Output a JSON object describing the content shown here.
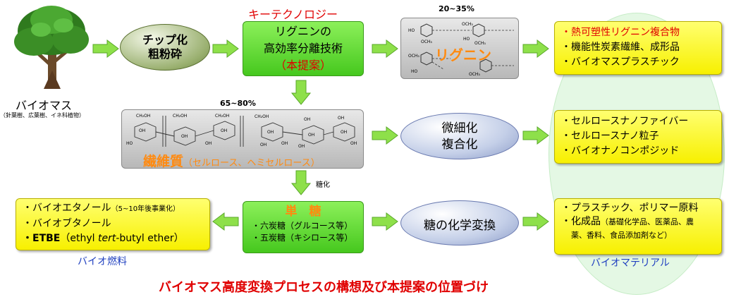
{
  "colors": {
    "arrow": "#8ee04a",
    "red": "#e00000",
    "orange": "#ff8a10",
    "blue": "#2040c0",
    "yellow": "#f7f000",
    "green": "#46c81e"
  },
  "biomass": {
    "label": "バイオマス",
    "sub": "（針葉樹、広葉樹、イネ科植物）",
    "icon": "tree-icon"
  },
  "chip": {
    "line1": "チップ化",
    "line2": "粗粉砕"
  },
  "key_tech": {
    "title": "キーテクノロジー",
    "line1": "リグニンの",
    "line2": "高効率分離技術",
    "line3": "（本提案）"
  },
  "lignin": {
    "percent": "20~35%",
    "label": "リグニン",
    "atoms": [
      "HO",
      "OCH₃",
      "OCH₃",
      "HO",
      "OCH₃",
      "HO",
      "OCH₃",
      "OCH₃"
    ]
  },
  "lignin_products": [
    "・熱可塑性リグニン複合物",
    "・機能性炭素繊維、成形品",
    "・バイオマスプラスチック"
  ],
  "fiber": {
    "percent": "65~80%",
    "label": "繊維質",
    "label_paren": "（セルロース、ヘミセルロース）",
    "atoms": [
      "CH₂OH",
      "OH",
      "HO",
      "CH₂OH",
      "OH",
      "CH₂OH",
      "OH",
      "OH",
      "CH₂OH",
      "OH",
      "OH",
      "OH",
      "OH",
      "OH",
      "OH",
      "OH",
      "OH",
      "OH"
    ]
  },
  "micro": {
    "line1": "微細化",
    "line2": "複合化"
  },
  "cellulose_products": [
    "・セルロースナノファイバー",
    "・セルロースナノ粒子",
    "・バイオナノコンポジッド"
  ],
  "saccharify": {
    "label": "糖化"
  },
  "sugar": {
    "title": "単　糖",
    "items": [
      "・六炭糖（グルコース等）",
      "・五炭糖（キシロース等）"
    ]
  },
  "chem": {
    "label": "糖の化学変換"
  },
  "fuel_products": {
    "items": [
      {
        "main": "・バイオエタノール",
        "small": "（5~10年後事業化）"
      },
      {
        "main": "・バイオブタノール",
        "small": ""
      }
    ],
    "etbe_bold": "・ETBE",
    "etbe_a": "（ethyl ",
    "etbe_i": "tert",
    "etbe_b": "-butyl ether）"
  },
  "fuel_label": "バイオ燃料",
  "chem_products": {
    "line1": "・プラスチック、ポリマー原料",
    "line2_main": "・化成品",
    "line2_small": "（基礎化学品、医薬品、農",
    "line3": "薬、香料、食品添加剤など）"
  },
  "material_label": "バイオマテリアル",
  "footer": "バイオマス高度変換プロセスの構想及び本提案の位置づけ"
}
